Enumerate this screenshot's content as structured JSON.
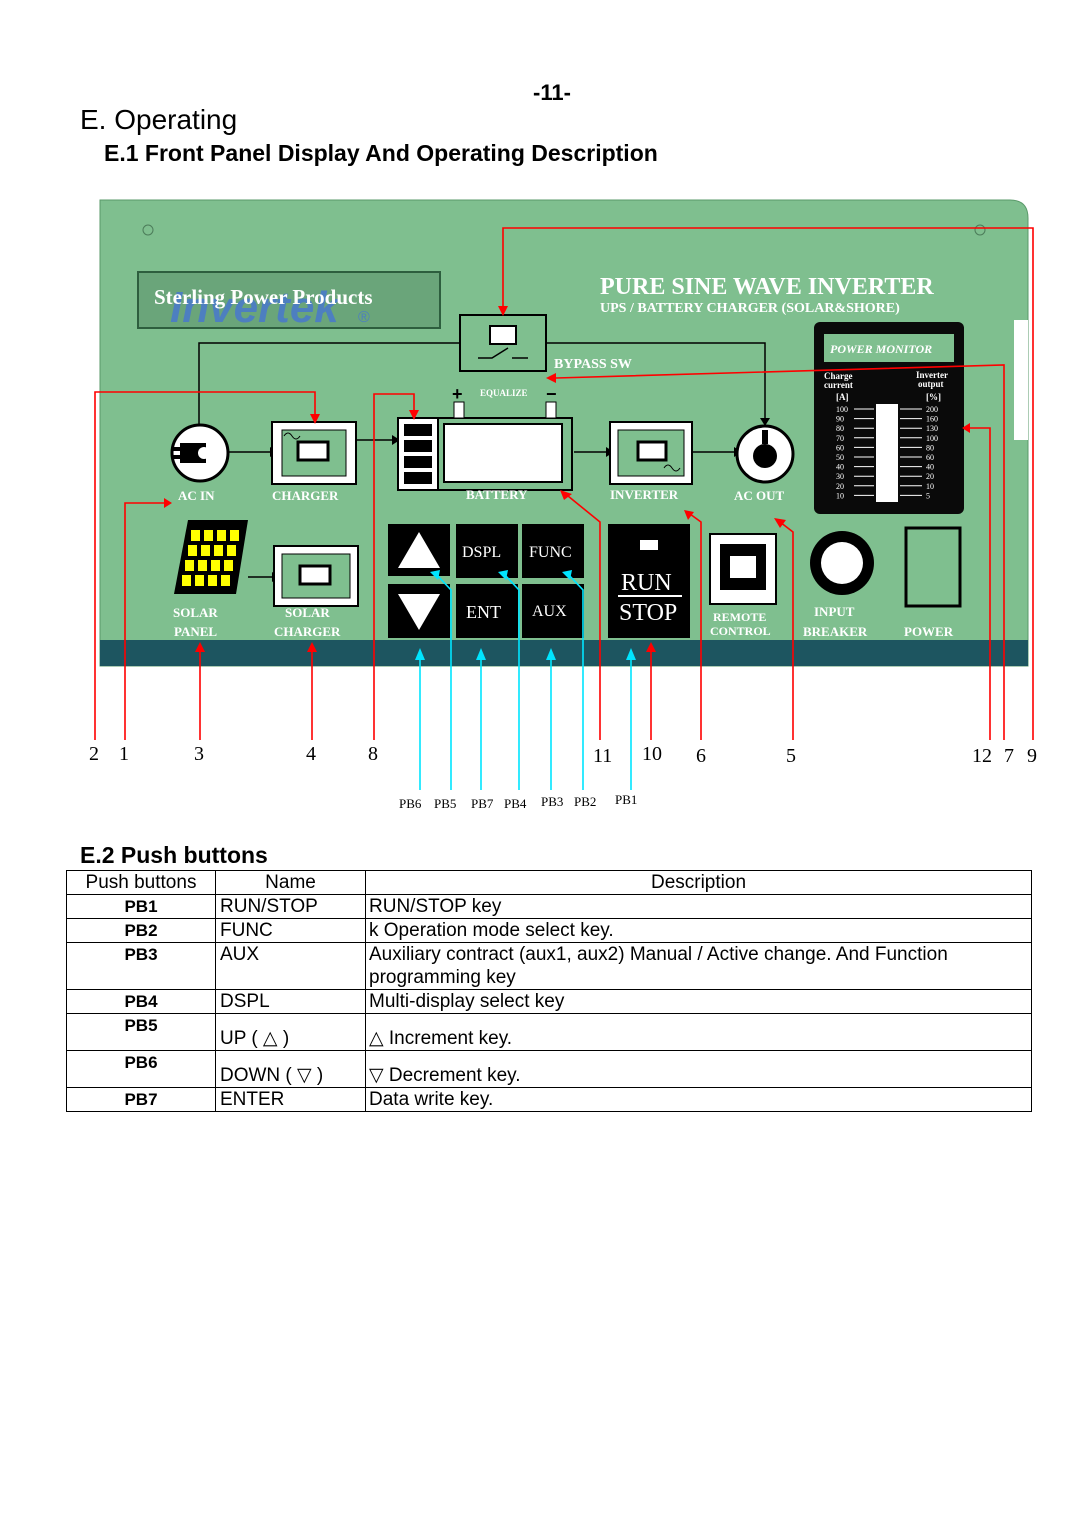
{
  "page_number": "-11-",
  "section_title": "E. Operating",
  "subsection_title": "E.1 Front Panel Display And Operating Description",
  "panel": {
    "brand": "Sterling Power Products",
    "logo_text": "Invertek",
    "logo_mark": "®",
    "product_title": "PURE SINE WAVE INVERTER",
    "product_subtitle": "UPS / BATTERY CHARGER (SOLAR&SHORE)",
    "labels": {
      "bypass_sw": "BYPASS  SW",
      "equalize": "EQUALIZE",
      "plus": "+",
      "minus": "−",
      "ac_in": "AC  IN",
      "charger": "CHARGER",
      "battery": "BATTERY",
      "inverter": "INVERTER",
      "ac_out": "AC  OUT",
      "solar_panel_1": "SOLAR",
      "solar_panel_2": "PANEL",
      "solar_charger_1": "SOLAR",
      "solar_charger_2": "CHARGER",
      "remote_1": "REMOTE",
      "remote_2": "CONTROL",
      "input_1": "INPUT",
      "input_2": "BREAKER",
      "power": "POWER"
    },
    "buttons": {
      "dspl": "DSPL",
      "func": "FUNC",
      "ent": "ENT",
      "aux": "AUX",
      "run": "RUN",
      "stop": "STOP"
    },
    "power_monitor": {
      "title": "POWER  MONITOR",
      "left_heading_1": "Charge",
      "left_heading_2": "current",
      "left_unit": "[A]",
      "right_heading_1": "Inverter",
      "right_heading_2": "output",
      "right_unit": "[%]",
      "left_scale": [
        "100",
        "90",
        "80",
        "70",
        "60",
        "50",
        "40",
        "30",
        "20",
        "10"
      ],
      "right_scale": [
        "200",
        "160",
        "130",
        "100",
        "80",
        "60",
        "40",
        "20",
        "10",
        "5"
      ]
    },
    "callouts": [
      "2",
      "1",
      "3",
      "4",
      "8",
      "11",
      "10",
      "6",
      "5",
      "12",
      "7",
      "9"
    ],
    "pb_labels": [
      "PB6",
      "PB5",
      "PB7",
      "PB4",
      "PB3",
      "PB2",
      "PB1"
    ],
    "colors": {
      "panel_green": "#7fbf8f",
      "panel_dark_strip": "#1d5560",
      "callout_red": "#ff0000",
      "callout_cyan": "#00e5ff"
    }
  },
  "pushbuttons_title": "E.2 Push buttons",
  "table": {
    "headers": [
      "Push buttons",
      "Name",
      "Description"
    ],
    "rows": [
      {
        "code": "PB1",
        "name": "RUN/STOP",
        "desc": "RUN/STOP key"
      },
      {
        "code": "PB2",
        "name": "FUNC",
        "desc": "k Operation mode select key."
      },
      {
        "code": "PB3",
        "name": "AUX",
        "desc": "Auxiliary contract (aux1, aux2) Manual / Active change. And Function programming key"
      },
      {
        "code": "PB4",
        "name": "DSPL",
        "desc": "Multi-display select key"
      },
      {
        "code": "PB5",
        "name": "UP ( △  )",
        "desc": "△   Increment key."
      },
      {
        "code": "PB6",
        "name": "DOWN  ( ▽  )",
        "desc": "▽   Decrement key."
      },
      {
        "code": "PB7",
        "name": "ENTER",
        "desc": "Data write key."
      }
    ]
  }
}
